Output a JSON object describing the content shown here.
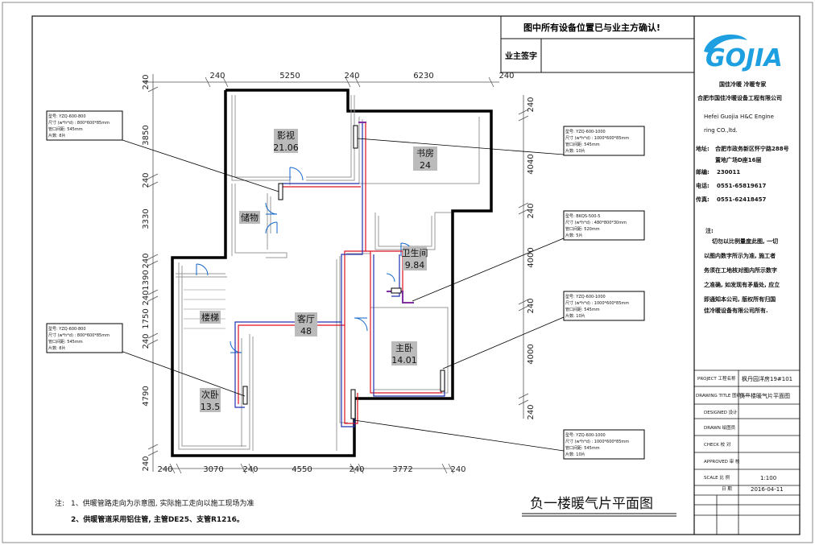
{
  "header": {
    "confirm_text": "图中所有设备位置已与业主方确认!",
    "owner_sign_label": "业主签字"
  },
  "dimensions": {
    "top": [
      "240",
      "5250",
      "240",
      "6230",
      "240"
    ],
    "bottom": [
      "240",
      "3070",
      "240",
      "4550",
      "240",
      "3772",
      "240"
    ],
    "left": [
      "240",
      "3850",
      "240",
      "3330",
      "240",
      "1390",
      "240",
      "1750",
      "240",
      "4790",
      "240"
    ],
    "right": [
      "240",
      "4040",
      "240",
      "4000",
      "240",
      "4000",
      "240"
    ]
  },
  "rooms": [
    {
      "name": "影视",
      "area": "21.06"
    },
    {
      "name": "书房",
      "area": "24"
    },
    {
      "name": "储物",
      "area": ""
    },
    {
      "name": "卫生间",
      "area": "9.84"
    },
    {
      "name": "楼梯",
      "area": ""
    },
    {
      "name": "客厅",
      "area": "48"
    },
    {
      "name": "主卧",
      "area": "14.01"
    },
    {
      "name": "次卧",
      "area": "13.5"
    }
  ],
  "tags": [
    {
      "l1": "型号: YZQ-600-800",
      "l2": "尺寸 (w*h*d) : 800*600*85mm",
      "l3": "管口间距: 545mm",
      "l4": "片数: 8片"
    },
    {
      "l1": "型号: YZQ-600-1000",
      "l2": "尺寸 (w*h*d) : 1000*600*85mm",
      "l3": "管口间距: 545mm",
      "l4": "片数: 10片"
    },
    {
      "l1": "型号: BKQS-500-5",
      "l2": "尺寸 (w*h*d) : 480*800*30mm",
      "l3": "管口间距: 520mm",
      "l4": "片数: 5片"
    },
    {
      "l1": "型号: YZQ-600-1000",
      "l2": "尺寸 (w*h*d) : 1000*600*85mm",
      "l3": "管口间距: 545mm",
      "l4": "片数: 10片"
    },
    {
      "l1": "型号: YZQ-600-800",
      "l2": "尺寸 (w*h*d) : 800*600*85mm",
      "l3": "管口间距: 545mm",
      "l4": "片数: 8片"
    },
    {
      "l1": "型号: YZQ-600-1000",
      "l2": "尺寸 (w*h*d) : 1000*600*85mm",
      "l3": "管口间距: 545mm",
      "l4": "片数: 10片"
    }
  ],
  "company": {
    "logo_text": "GOJIA",
    "tagline": "国佳冷暖 冷暖专家",
    "name_cn": "合肥市国佳冷暖设备工程有限公司",
    "name_en1": "Hefei Guojia H&C Engine",
    "name_en2": "ring CO.,ltd.",
    "addr_label": "地址:",
    "addr1": "合肥市政务新区怀宁路288号",
    "addr2": "置地广场D座16层",
    "zip_label": "邮编:",
    "zip": "230011",
    "tel_label": "电话:",
    "tel": "0551-65819617",
    "fax_label": "传真:",
    "fax": "0551-62418457"
  },
  "remark": {
    "label": "注:",
    "lines": [
      "切勿以比例量度此图, 一切",
      "以图内数字所示为准, 施工者",
      "务须在工地核对图内所示数字",
      "之准确, 如发现有矛盾处, 应立",
      "即通知本公司, 版权所有归国",
      "佳冷暖设备有限公司所有."
    ]
  },
  "title_block": {
    "project_label": "PROJECT 工程名称",
    "project": "枫丹园洋房19#101",
    "drawing_label": "DRAWING TITLE 图纸名称",
    "drawing": "负一楼暖气片平面图",
    "designer_label": "DESIGNED 设计",
    "drawn_label": "DRAWN 绘图员",
    "check_label": "CHECK 校 对",
    "approved_label": "APPROVED 审 核",
    "scale_label": "SCALE 比 例",
    "scale": "1:100",
    "date_label": "日 期",
    "date": "2016-04-11"
  },
  "notes": {
    "label": "注:",
    "n1": "1、供暖管路走向为示意图, 实际施工走向以施工现场为准",
    "n2": "2、供暖管道采用铝住管, 主管DE25、支管R1216。"
  },
  "drawing_title": "负一楼暖气片平面图"
}
